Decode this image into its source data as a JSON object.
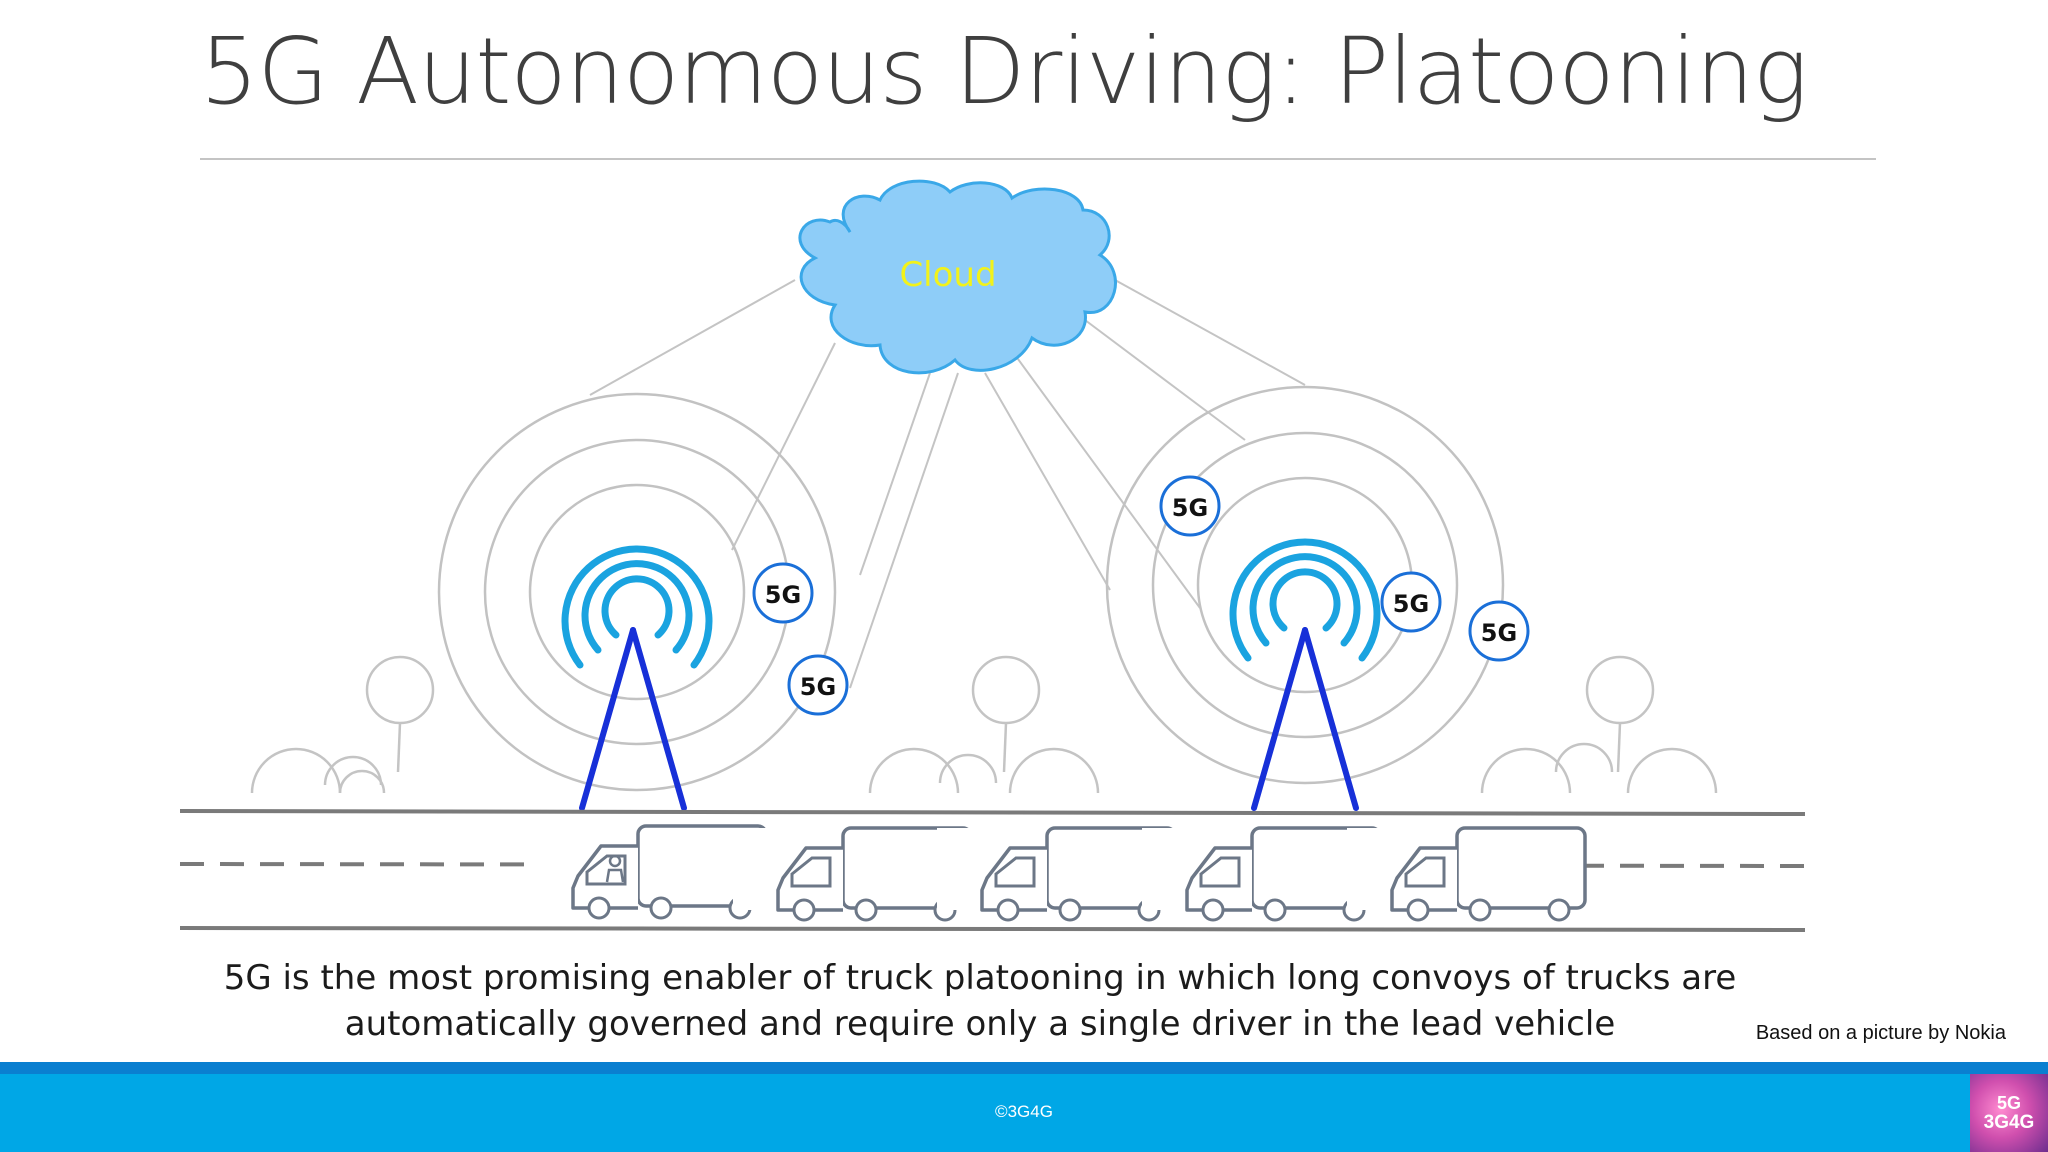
{
  "slide": {
    "title": "5G Autonomous Driving: Platooning"
  },
  "diagram": {
    "cloud_label": "Cloud",
    "badge_label": "5G",
    "colors": {
      "cloud_fill": "#8ecdf8",
      "cloud_stroke": "#3aa8e8",
      "cloud_text": "#f2f21a",
      "signal_arcs": "#1aa3e0",
      "tower": "#1730d8",
      "rings": "#c2c2c2",
      "road": "#7a7a7a",
      "truck": "#6c7787"
    }
  },
  "caption": {
    "line1": "5G is the most promising enabler of truck platooning in which long convoys of trucks are",
    "line2": "automatically governed and require only a single driver in the lead vehicle"
  },
  "source_note": "Based on a picture by Nokia",
  "footer": {
    "copyright": "©3G4G",
    "logo_line1": "5G",
    "logo_line2": "3G4G"
  }
}
